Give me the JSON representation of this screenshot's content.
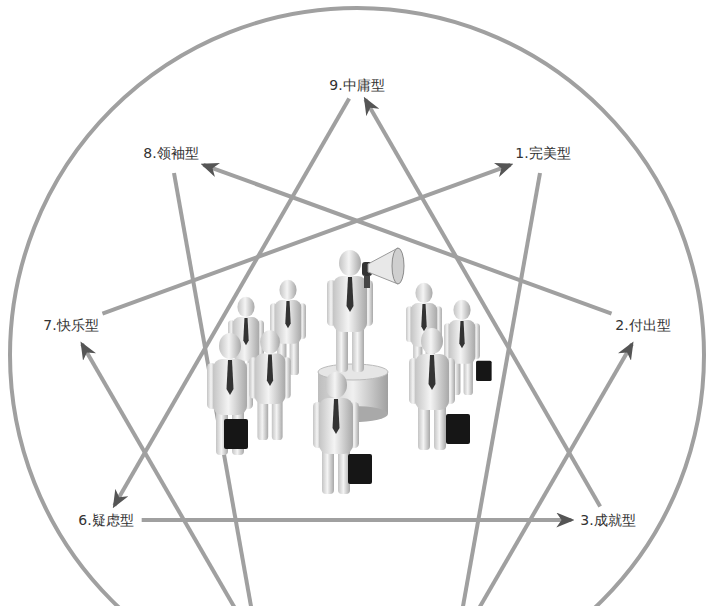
{
  "diagram": {
    "nodes": [
      {
        "text": [
          "9.中庸型"
        ]
      },
      {
        "text": [
          "8.领袖型"
        ]
      },
      {
        "text": [
          "1.完美型"
        ]
      },
      {
        "text": [
          "7.快乐型"
        ]
      },
      {
        "text": [
          "2.付出型"
        ]
      },
      {
        "text": [
          "6.疑虑型"
        ]
      },
      {
        "text": [
          "3.成就型"
        ]
      }
    ],
    "edges": [
      {
        "from": 0,
        "to": 5,
        "arrow": "to"
      },
      {
        "from": 5,
        "to": 6,
        "arrow": "to"
      },
      {
        "from": 6,
        "to": 0,
        "arrow": "to"
      },
      {
        "from": 4,
        "to": 1,
        "arrow": "to"
      },
      {
        "from": 3,
        "to": 2,
        "arrow": "to"
      }
    ]
  }
}
